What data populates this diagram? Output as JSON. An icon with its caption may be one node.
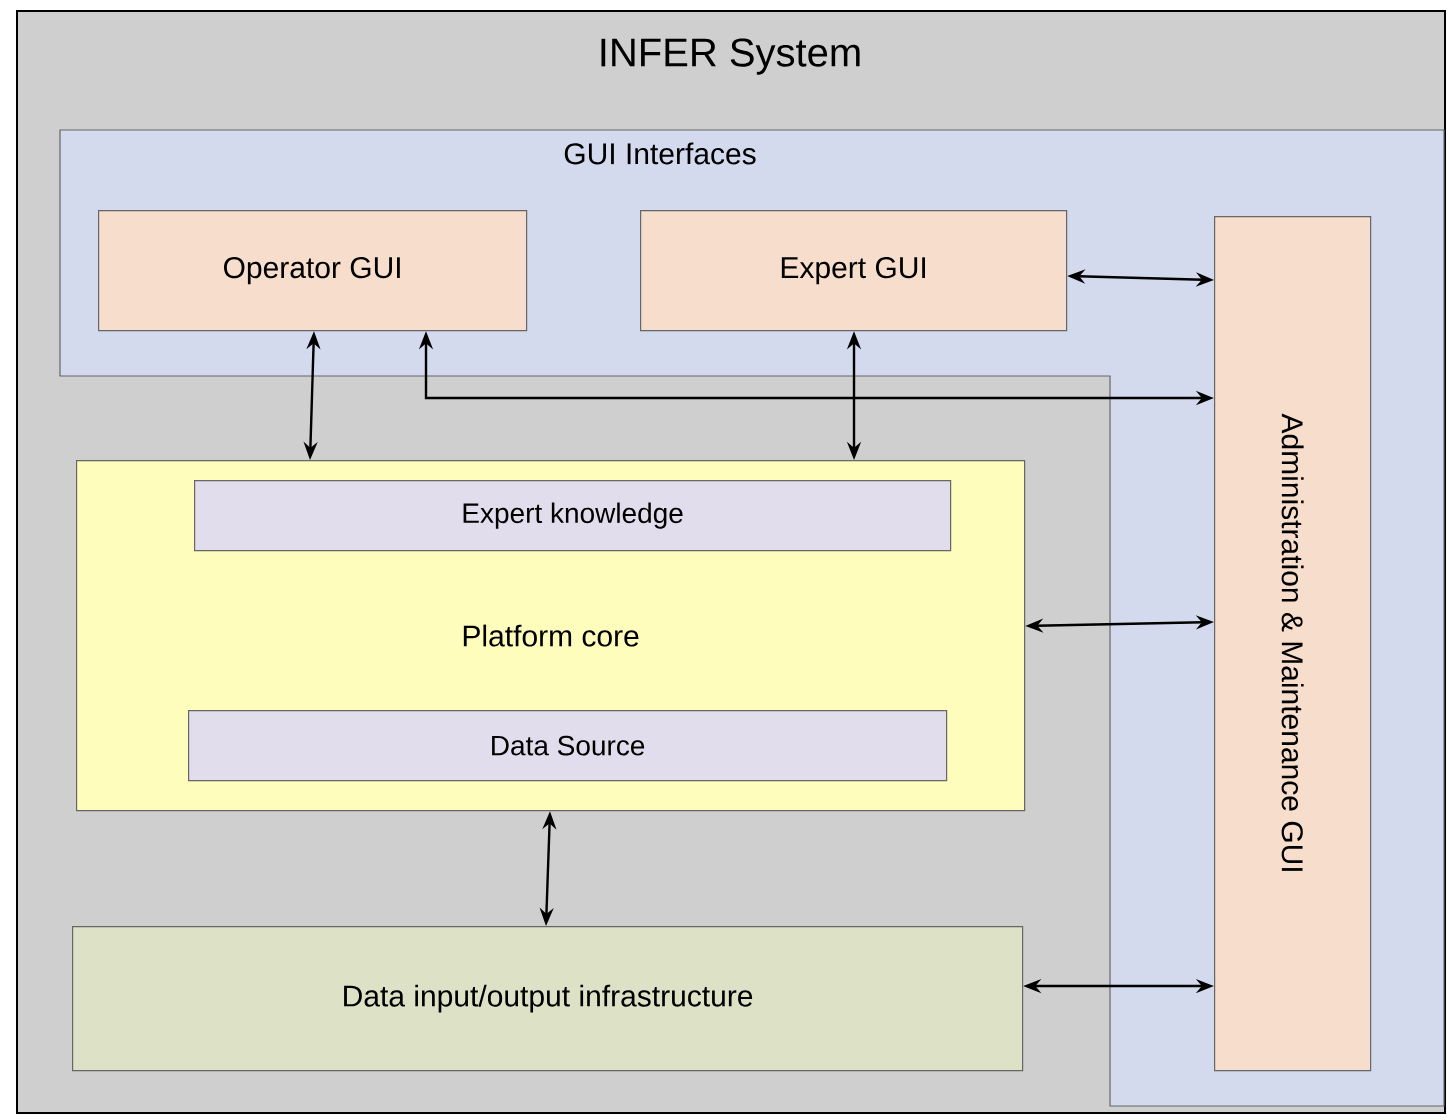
{
  "diagram": {
    "nodes": [
      {
        "text": [
          "INFER System"
        ]
      },
      {
        "text": [
          "GUI Interfaces"
        ],
        "in": 0
      },
      {
        "text": [
          "Operator GUI"
        ],
        "in": 1
      },
      {
        "text": [
          "Expert GUI"
        ],
        "in": 1
      },
      {
        "text": [
          "Administration & Maintenance GUI"
        ],
        "in": 1
      },
      {
        "text": [
          "Platform core"
        ],
        "in": 0
      },
      {
        "text": [
          "Expert knowledge"
        ],
        "in": 5
      },
      {
        "text": [
          "Data Source"
        ],
        "in": 5
      },
      {
        "text": [
          "Data input/output infrastructure"
        ],
        "in": 0
      }
    ],
    "edges": [
      {
        "from": 3,
        "to": 4,
        "arrow": "both"
      },
      {
        "from": 2,
        "to": 5,
        "arrow": "both"
      },
      {
        "from": 2,
        "to": 4,
        "arrow": "both"
      },
      {
        "from": 3,
        "to": 5,
        "arrow": "both"
      },
      {
        "from": 5,
        "to": 4,
        "arrow": "both"
      },
      {
        "from": 5,
        "to": 8,
        "arrow": "both"
      },
      {
        "from": 8,
        "to": 4,
        "arrow": "both"
      }
    ]
  }
}
